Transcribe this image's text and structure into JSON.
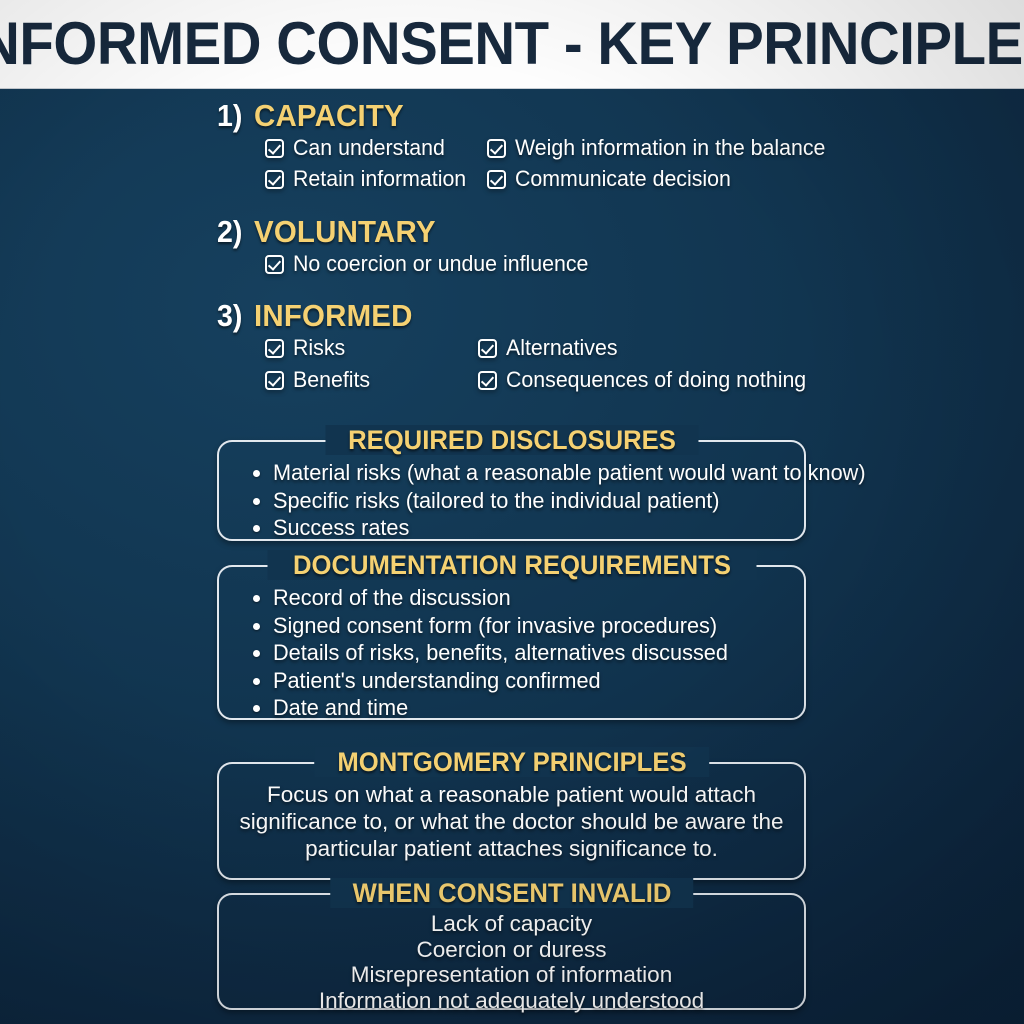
{
  "header": {
    "title": "INFORMED CONSENT - KEY PRINCIPLES"
  },
  "colors": {
    "background_navy": "#11344f",
    "accent_gold": "#f5d172",
    "text_white": "#ffffff",
    "header_band": "#fdfdfd",
    "header_text": "#17293d",
    "panel_border": "#e2e8ee"
  },
  "principles": [
    {
      "number": "1)",
      "title": "CAPACITY",
      "items_col1": [
        "Can understand",
        "Retain information"
      ],
      "items_col2": [
        "Weigh information in the balance",
        "Communicate decision"
      ]
    },
    {
      "number": "2)",
      "title": "VOLUNTARY",
      "items_col1": [
        "No coercion or undue influence"
      ],
      "items_col2": []
    },
    {
      "number": "3)",
      "title": "INFORMED",
      "items_col1": [
        "Risks",
        "Benefits"
      ],
      "items_col2": [
        "Alternatives",
        "Consequences of doing nothing"
      ]
    }
  ],
  "panels": [
    {
      "legend": "REQUIRED DISCLOSURES",
      "layout": "bullets",
      "items": [
        "Material risks (what a reasonable patient would want to know)",
        "Specific risks (tailored to the individual patient)",
        "Success rates"
      ]
    },
    {
      "legend": "DOCUMENTATION REQUIREMENTS",
      "layout": "bullets",
      "items": [
        "Record of the discussion",
        "Signed consent form (for invasive procedures)",
        "Details of risks, benefits, alternatives discussed",
        "Patient's understanding confirmed",
        "Date and time"
      ]
    },
    {
      "legend": "MONTGOMERY PRINCIPLES",
      "layout": "paragraph",
      "paragraph": "Focus on what a reasonable patient would attach significance to, or what the doctor should be aware the particular patient attaches significance to."
    },
    {
      "legend": "WHEN CONSENT INVALID",
      "layout": "lines",
      "items": [
        "Lack of capacity",
        "Coercion or duress",
        "Misrepresentation of information",
        "Information not adequately understood"
      ]
    }
  ]
}
